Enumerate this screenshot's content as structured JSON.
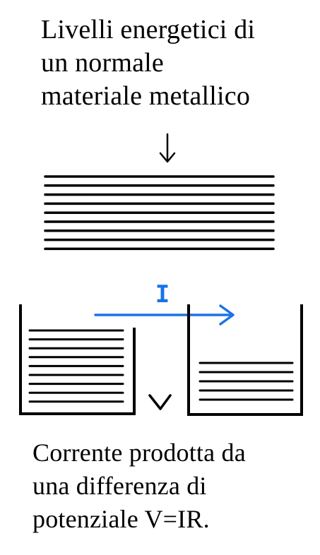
{
  "title": {
    "lines": [
      "Livelli energetici di",
      "un normale",
      "materiale metallico"
    ]
  },
  "caption": {
    "lines": [
      "Corrente prodotta da",
      "una differenza di",
      "potenziale V=IR."
    ]
  },
  "diagram": {
    "current_label": "I",
    "voltage_label": "V",
    "top_levels_count": 9,
    "left_well_levels_count": 9,
    "right_well_levels_count": 5,
    "colors": {
      "ink": "#000000",
      "current": "#1a73e8"
    }
  }
}
